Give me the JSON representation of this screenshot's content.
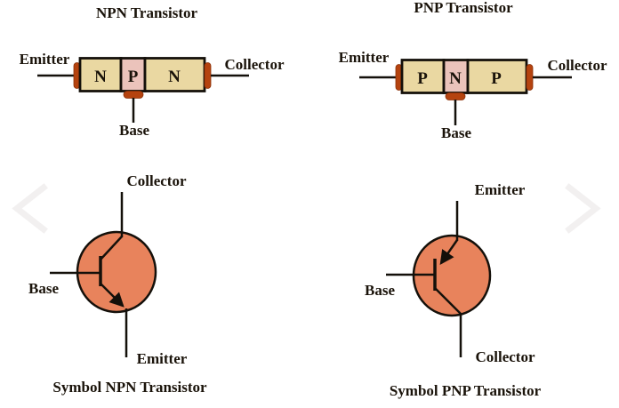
{
  "colors": {
    "background": "#ffffff",
    "n_region_fill": "#EAD8A2",
    "p_region_fill": "#EBC3BB",
    "terminal_fill": "#B5430F",
    "symbol_circle_fill": "#E8835C",
    "line_black": "#14100A",
    "text_color": "#1A130A",
    "chevron_gray": "#F2F0F0"
  },
  "npn_block": {
    "title": "NPN Transistor",
    "emitter_label": "Emitter",
    "collector_label": "Collector",
    "base_label": "Base",
    "regions": [
      "N",
      "P",
      "N"
    ]
  },
  "pnp_block": {
    "title": "PNP Transistor",
    "emitter_label": "Emitter",
    "collector_label": "Collector",
    "base_label": "Base",
    "regions": [
      "P",
      "N",
      "P"
    ]
  },
  "npn_symbol": {
    "collector_label": "Collector",
    "base_label": "Base",
    "emitter_label": "Emitter",
    "caption": "Symbol NPN Transistor"
  },
  "pnp_symbol": {
    "emitter_label": "Emitter",
    "base_label": "Base",
    "collector_label": "Collector",
    "caption": "Symbol PNP Transistor"
  }
}
